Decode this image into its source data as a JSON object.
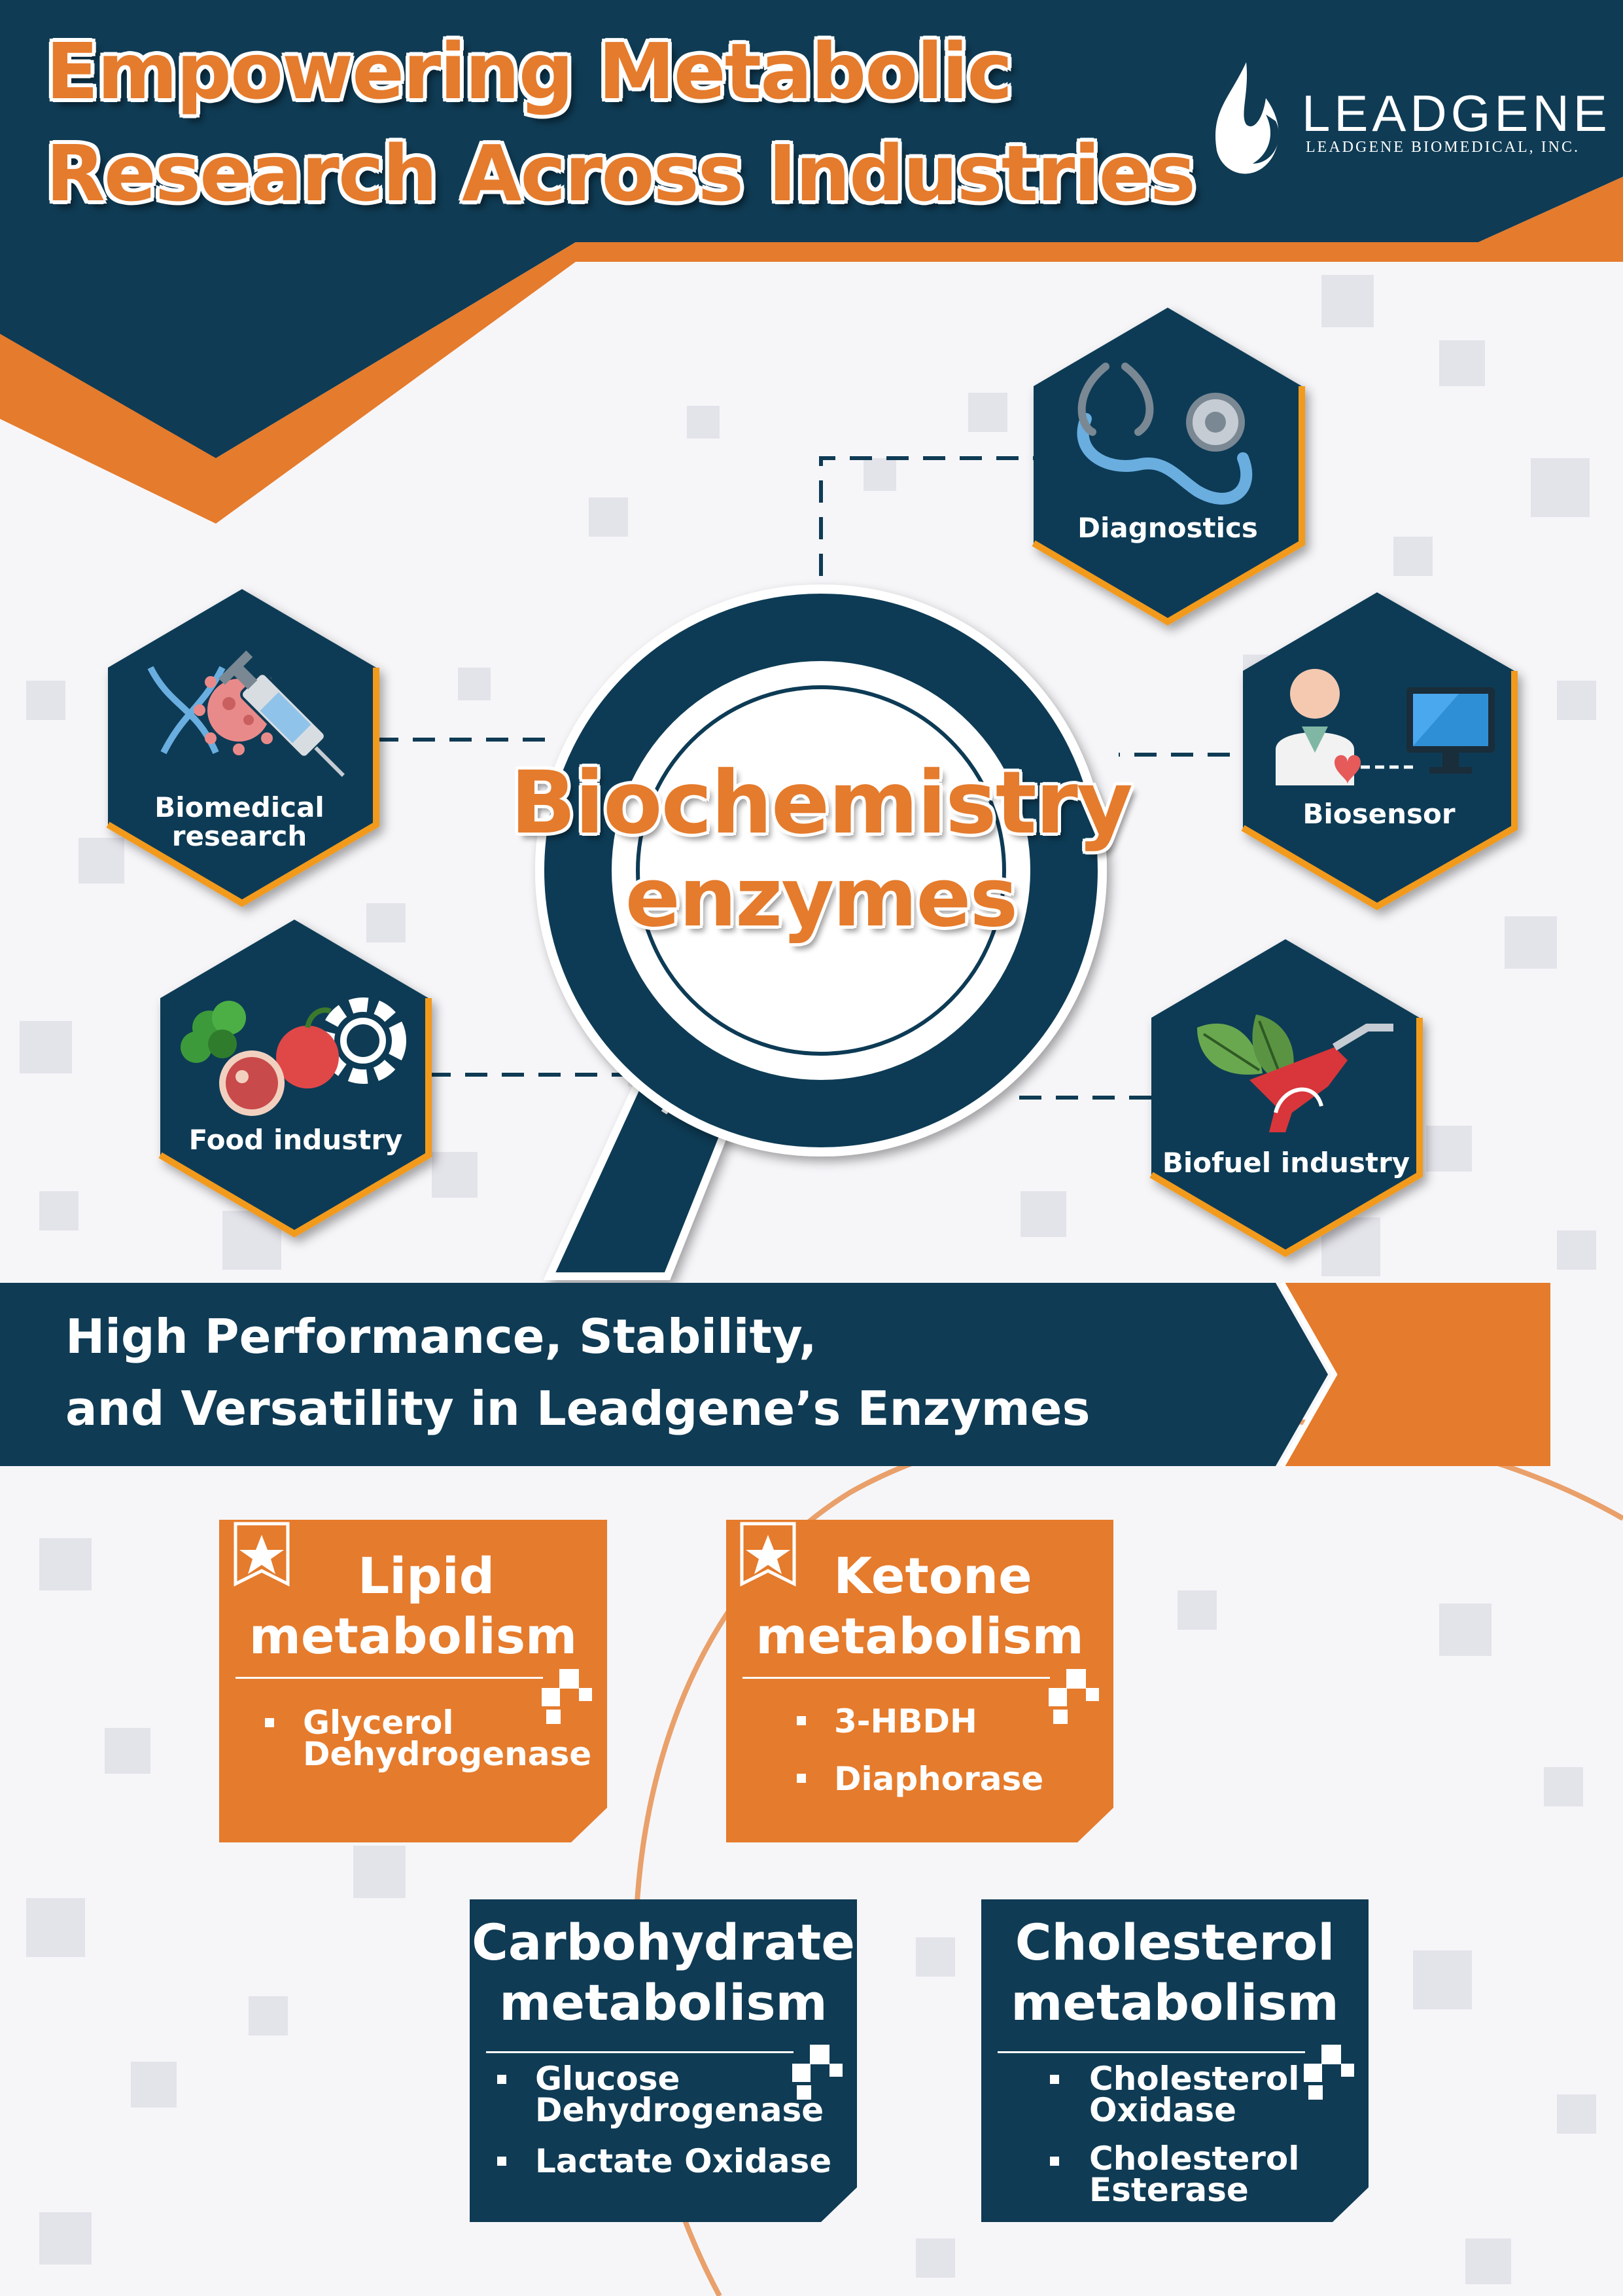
{
  "header": {
    "title_line1": "Empowering Metabolic",
    "title_line2": "Research Across Industries",
    "logo_name": "LEADGENE",
    "logo_subtitle": "LEADGENE BIOMEDICAL, INC."
  },
  "center": {
    "line1": "Biochemistry",
    "line2": "enzymes"
  },
  "industries": [
    {
      "label": "Diagnostics",
      "icon": "stethoscope-icon"
    },
    {
      "label": "Biomedical\nresearch",
      "icon": "dna-virus-syringe-icon"
    },
    {
      "label": "Biosensor",
      "icon": "doctor-monitor-icon"
    },
    {
      "label": "Food industry",
      "icon": "food-gear-icon"
    },
    {
      "label": "Biofuel industry",
      "icon": "leaf-fuel-nozzle-icon"
    }
  ],
  "banner": {
    "line1": "High Performance, Stability,",
    "line2": "and Versatility in Leadgene’s Enzymes"
  },
  "cards": [
    {
      "title_line1": "Lipid",
      "title_line2": "metabolism",
      "items": [
        "Glycerol\nDehydrogenase"
      ]
    },
    {
      "title_line1": "Ketone",
      "title_line2": "metabolism",
      "items": [
        "3-HBDH",
        "Diaphorase"
      ]
    },
    {
      "title_line1": "Carbohydrate",
      "title_line2": "metabolism",
      "items": [
        "Glucose\nDehydrogenase",
        "Lactate Oxidase"
      ]
    },
    {
      "title_line1": "Cholesterol",
      "title_line2": "metabolism",
      "items": [
        "Cholesterol\nOxidase",
        "Cholesterol\nEsterase"
      ]
    }
  ],
  "colors": {
    "navy": "#0f3b54",
    "orange": "#e57b2c",
    "white": "#ffffff"
  }
}
